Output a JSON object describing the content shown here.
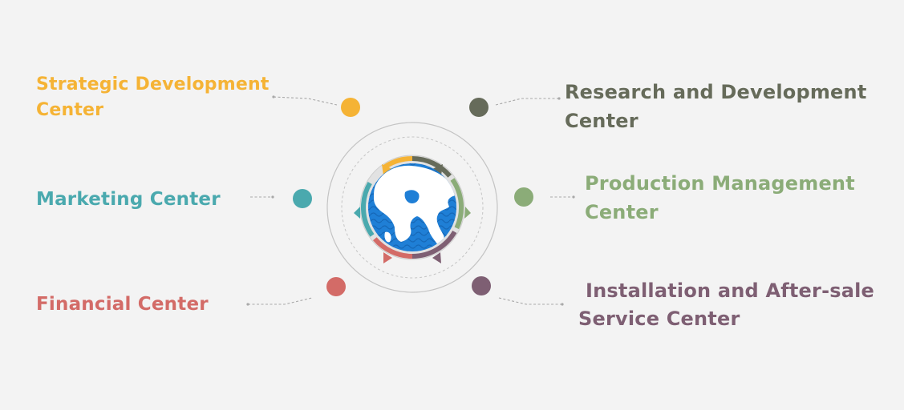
{
  "centers": [
    {
      "id": "strategic",
      "lines": [
        "Strategic Development",
        "Center"
      ],
      "color": "#f5b335"
    },
    {
      "id": "marketing",
      "lines": [
        "Marketing Center"
      ],
      "color": "#4aa9ae"
    },
    {
      "id": "financial",
      "lines": [
        "Financial Center"
      ],
      "color": "#d36b67"
    },
    {
      "id": "research",
      "lines": [
        "Research and Development",
        "Center"
      ],
      "color": "#666b5a"
    },
    {
      "id": "production",
      "lines": [
        "Production Management",
        "Center"
      ],
      "color": "#8bac78"
    },
    {
      "id": "installation",
      "lines": [
        "Installation and After-sale",
        "Service Center"
      ],
      "color": "#7e5f73"
    }
  ],
  "icons": {
    "center": "globe-icon"
  },
  "colors": {
    "background": "#f3f3f3",
    "ring": "#c8c8c8",
    "globe_ocean": "#1f7fd6",
    "globe_land": "#ffffff"
  }
}
